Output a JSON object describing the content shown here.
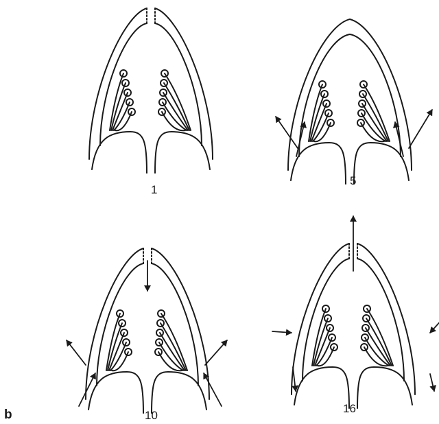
{
  "figure": {
    "panel_letter": "b",
    "stages": [
      {
        "label": "1"
      },
      {
        "label": "5"
      },
      {
        "label": "10"
      },
      {
        "label": "16"
      }
    ],
    "stroke_color": "#1a1a1a"
  }
}
